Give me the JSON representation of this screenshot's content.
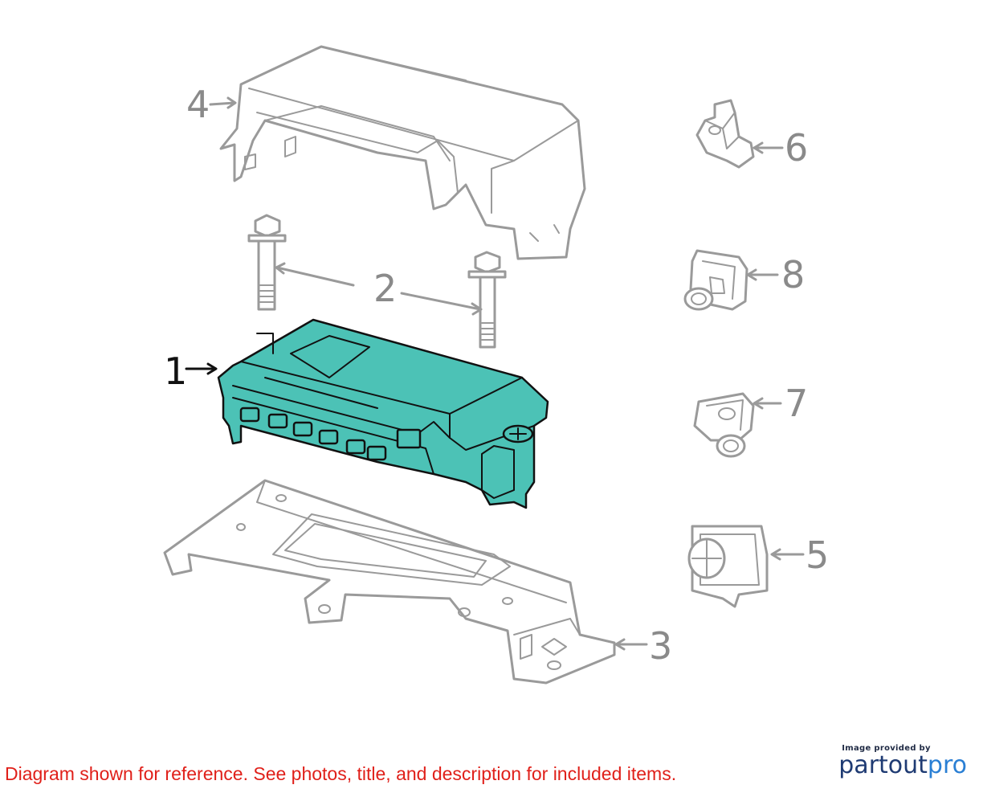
{
  "callouts": [
    "1",
    "2",
    "3",
    "4",
    "5",
    "6",
    "7",
    "8"
  ],
  "disclaimer": "Diagram shown for reference. See photos, title, and description for included items.",
  "brand": {
    "tagline": "Image provided by",
    "name_part1": "partout",
    "name_part2": "pro"
  },
  "colors": {
    "highlight": "#4cc2b6",
    "disclaimer": "#e0201a",
    "lines": "#9a9a9a"
  }
}
